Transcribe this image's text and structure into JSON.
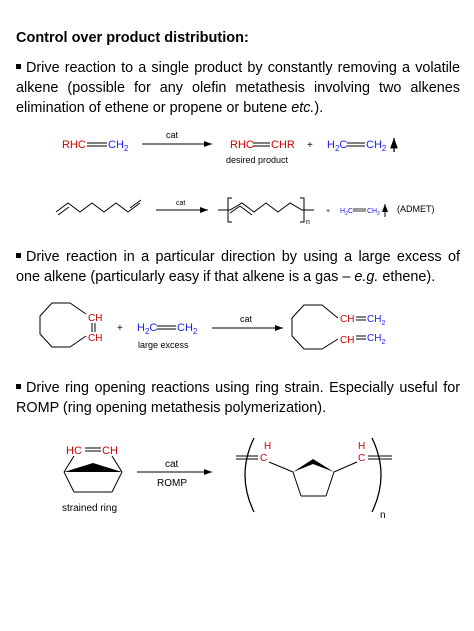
{
  "heading": "Control over product distribution:",
  "bullets": [
    {
      "pre": "Drive reaction to a single product by constantly removing a volatile alkene (possible for any olefin metathesis involving two alkenes elimination of ethene or propene or butene ",
      "em": "etc.",
      "post": ")."
    },
    {
      "pre": "Drive reaction in a particular direction by using a large excess of one alkene (particularly easy if that alkene is a gas – ",
      "em": "e.g.",
      "post": " ethene)."
    },
    {
      "pre": "Drive ring opening reactions using ring strain. Especially useful for ROMP (ring opening metathesis polymerization).",
      "em": "",
      "post": ""
    }
  ],
  "scheme1": {
    "reactant_left": "RHC",
    "reactant_right": "CH",
    "reactant_sub": "2",
    "arrow_label": "cat",
    "product_left": "RHC",
    "product_right": "CHR",
    "product_caption": "desired product",
    "plus": "+",
    "ethene_left": "H",
    "ethene_left_sub": "2",
    "ethene_left_c": "C",
    "ethene_right": "CH",
    "ethene_right_sub": "2"
  },
  "scheme2": {
    "arrow_label": "cat",
    "n": "n",
    "plus": "+",
    "ethene_left": "H",
    "ethene_left_sub": "2",
    "ethene_left_c": "C",
    "ethene_right": "CH",
    "ethene_right_sub": "2",
    "tag": "(ADMET)"
  },
  "scheme3": {
    "ring_top": "CH",
    "ring_bottom": "CH",
    "plus": "+",
    "ethene_left": "H",
    "ethene_left_sub": "2",
    "ethene_left_c": "C",
    "ethene_right": "CH",
    "ethene_right_sub": "2",
    "excess_caption": "large excess",
    "arrow_label": "cat",
    "prod_top_ch": "CH",
    "prod_top_ch2": "CH",
    "prod_top_sub": "2",
    "prod_bot_ch": "CH",
    "prod_bot_ch2": "CH",
    "prod_bot_sub": "2"
  },
  "scheme4": {
    "ring_left": "HC",
    "ring_right": "CH",
    "ring_caption": "strained ring",
    "arrow_label_top": "cat",
    "arrow_label_bottom": "ROMP",
    "poly_left_h": "H",
    "poly_left_c": "C",
    "poly_right_h": "H",
    "poly_right_c": "C",
    "n": "n"
  },
  "colors": {
    "carbon_red": "#cc0000",
    "hydrogen_blue": "#1a1aff",
    "text": "#000000"
  }
}
